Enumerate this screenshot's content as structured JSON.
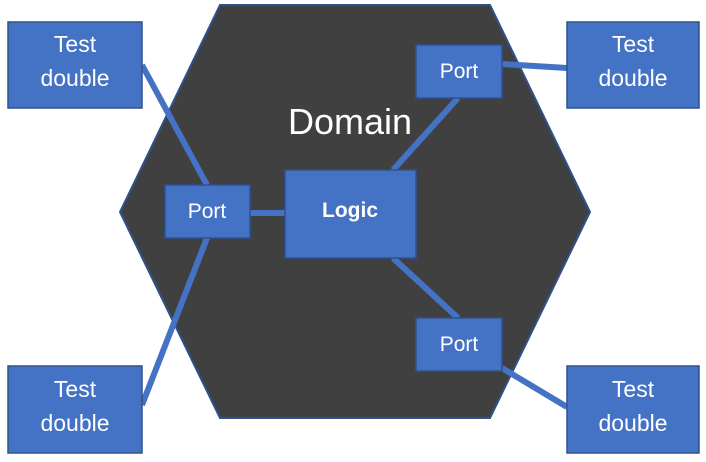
{
  "domain": {
    "label": "Domain"
  },
  "logic": {
    "label": "Logic"
  },
  "ports": [
    {
      "label": "Port"
    },
    {
      "label": "Port"
    },
    {
      "label": "Port"
    }
  ],
  "test_doubles": [
    {
      "line1": "Test",
      "line2": "double"
    },
    {
      "line1": "Test",
      "line2": "double"
    },
    {
      "line1": "Test",
      "line2": "double"
    },
    {
      "line1": "Test",
      "line2": "double"
    }
  ],
  "colors": {
    "box_fill": "#4472C4",
    "box_border": "#2F528F",
    "hexagon_fill": "#404040",
    "text": "#FFFFFF"
  }
}
